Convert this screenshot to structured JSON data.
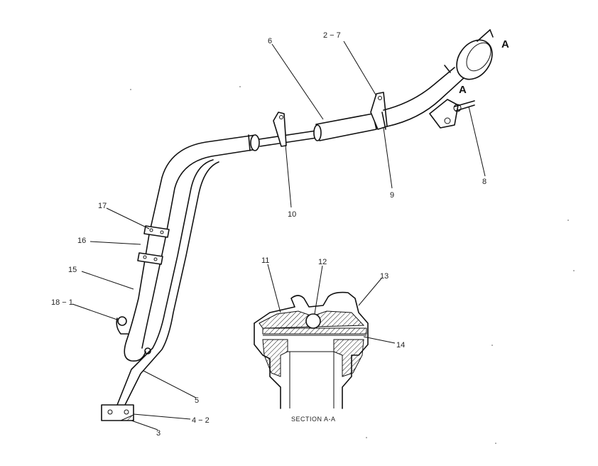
{
  "callouts": {
    "c6": "6",
    "c2_7": "2 − 7",
    "cA1": "A",
    "cA2": "A",
    "c17": "17",
    "c16": "16",
    "c15": "15",
    "c18_1": "18 − 1",
    "c10": "10",
    "c9": "9",
    "c8": "8",
    "c11": "11",
    "c12": "12",
    "c13": "13",
    "c14": "14",
    "c5": "5",
    "c4_2": "4 − 2",
    "c3": "3"
  },
  "section_caption": "SECTION  A-A"
}
